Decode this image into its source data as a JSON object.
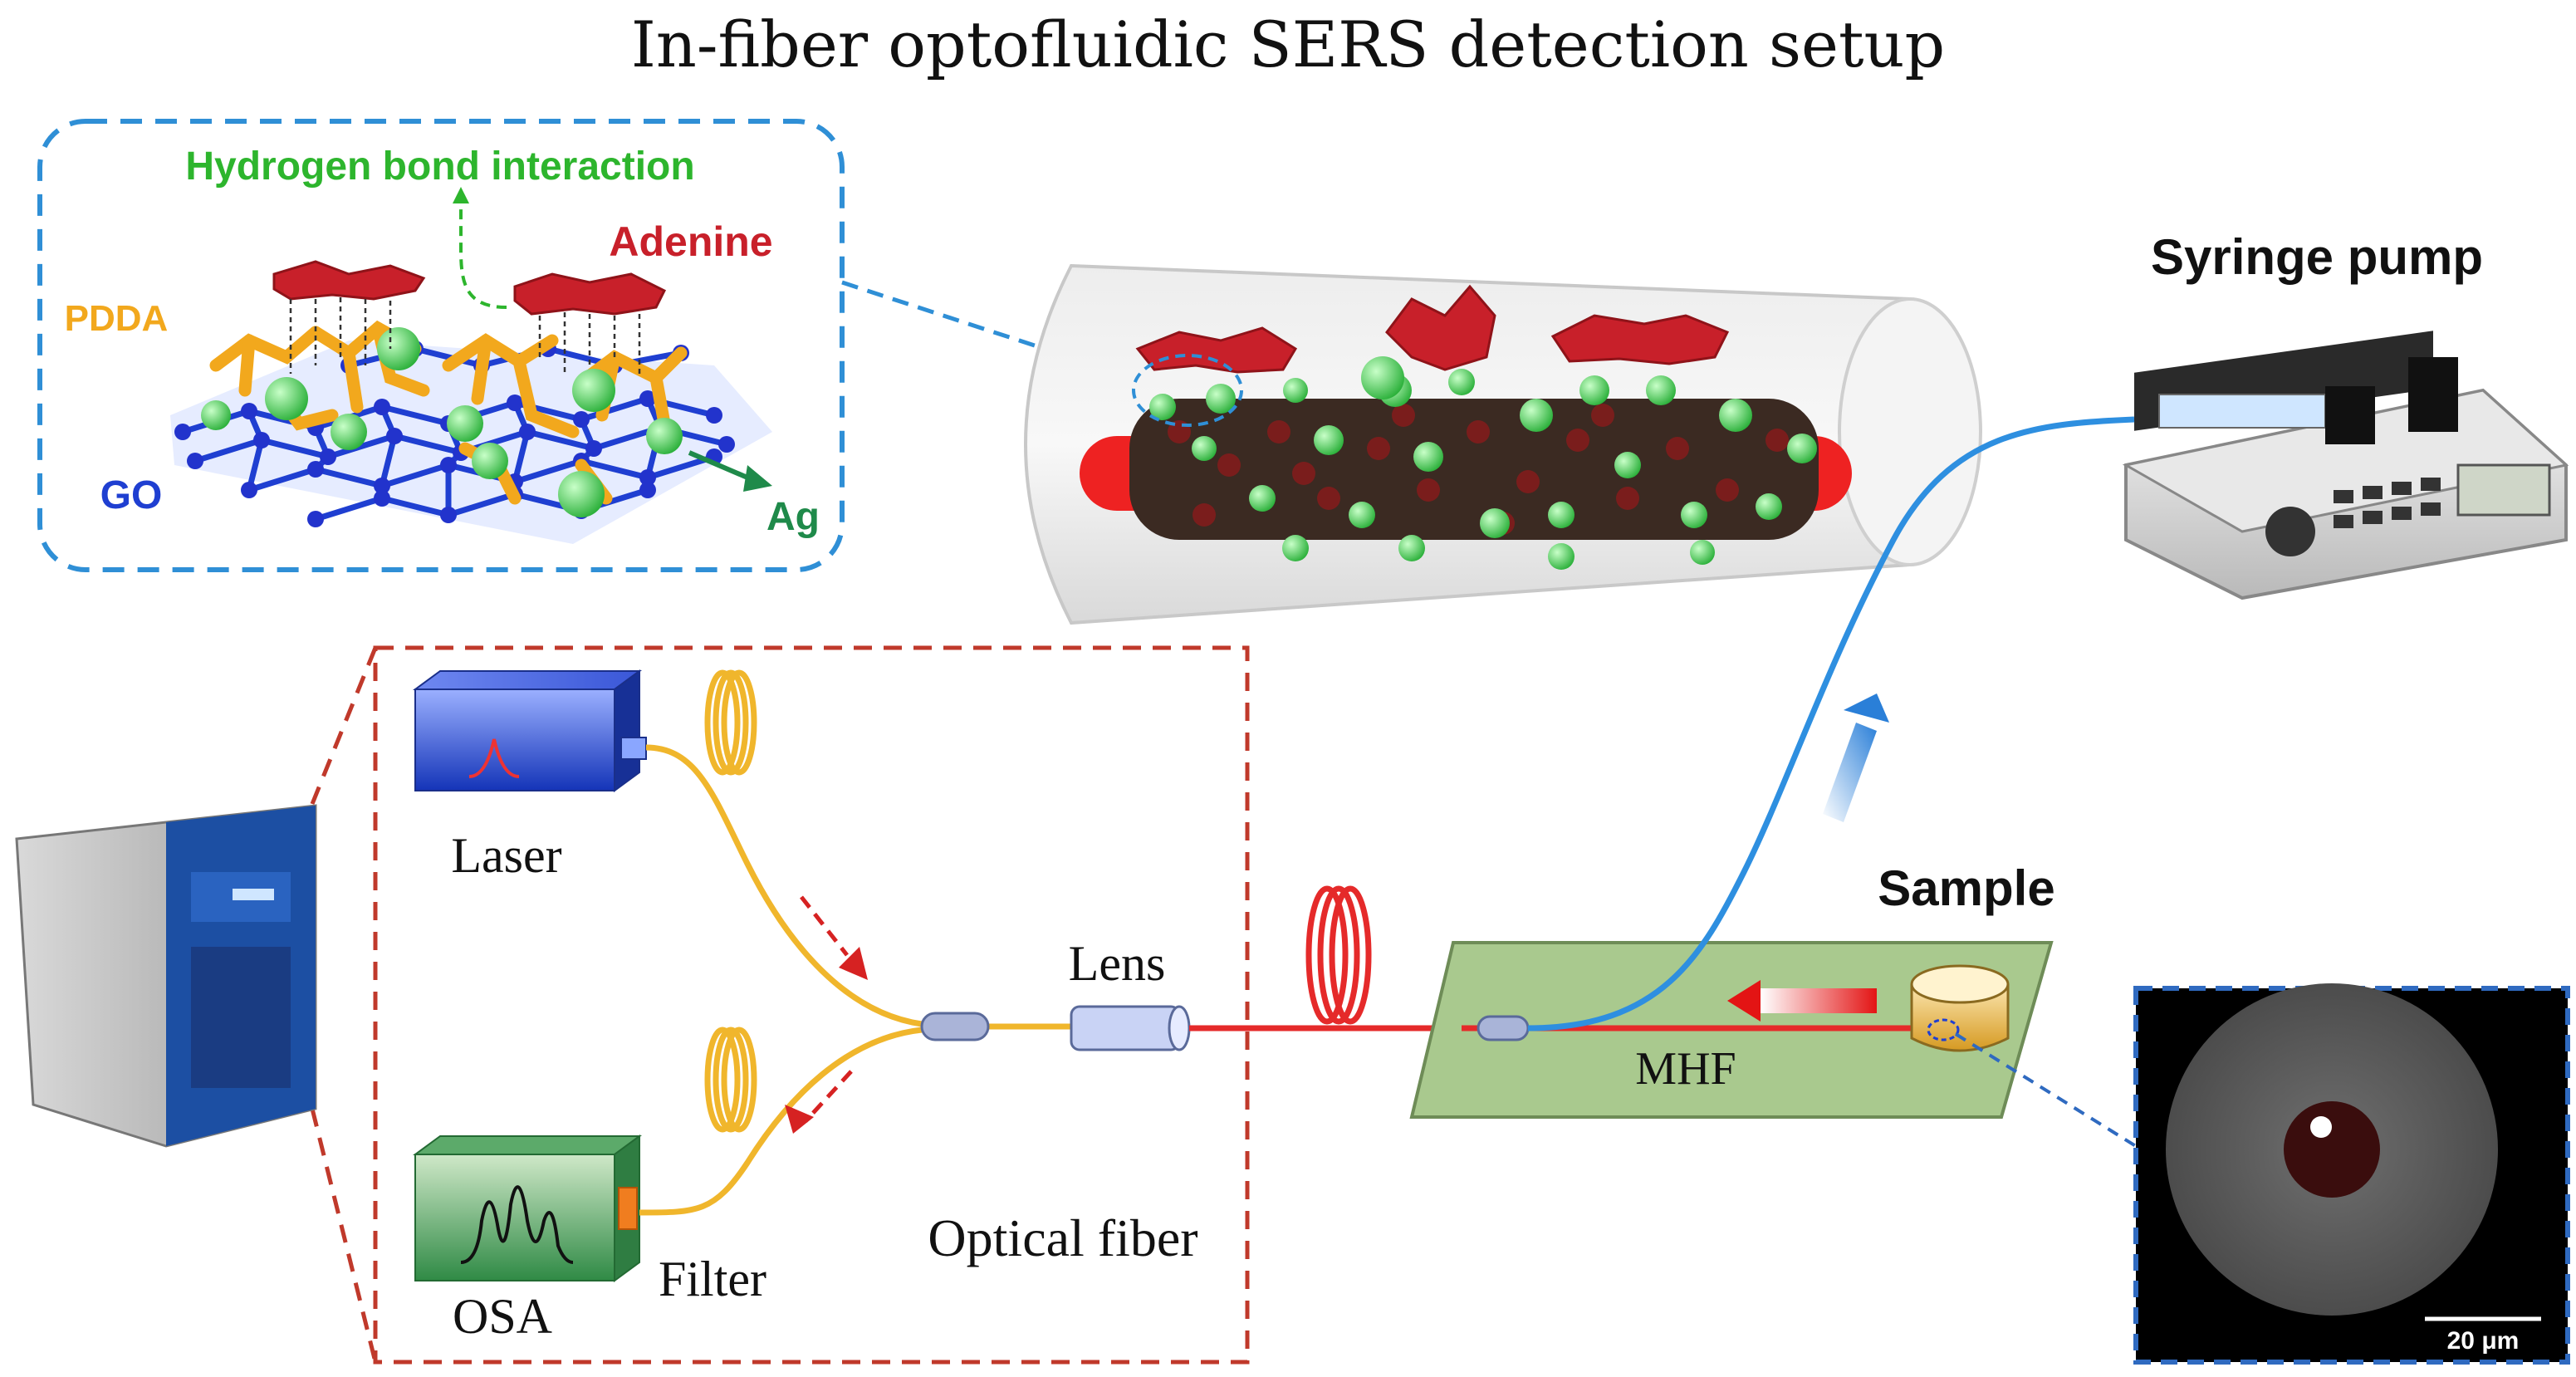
{
  "title": "In-fiber optofluidic SERS detection setup",
  "inset": {
    "hydrogen_bond_label": "Hydrogen bond interaction",
    "adenine_label": "Adenine",
    "pdda_label": "PDDA",
    "go_label": "GO",
    "ag_label": "Ag"
  },
  "labels": {
    "syringe_pump": "Syringe pump",
    "laser": "Laser",
    "lens": "Lens",
    "sample": "Sample",
    "mhf": "MHF",
    "osa": "OSA",
    "filter": "Filter",
    "optical_fiber": "Optical fiber",
    "scale_bar": "20 μm"
  },
  "colors": {
    "title_text": "#111111",
    "inset_border": "#2f8fd6",
    "setup_border": "#c0392b",
    "hydrogen_label": "#2db52d",
    "adenine": "#c8202a",
    "pdda": "#f2a81d",
    "graphene": "#1f3fd1",
    "silver": "#34c94a",
    "fiber_yellow": "#f0b62c",
    "fiber_red": "#e52a2a",
    "fiber_blue": "#2e8fe0",
    "laser_box": "#1e49c8",
    "osa_box": "#3f9a55",
    "chip": "#a9c98e"
  }
}
